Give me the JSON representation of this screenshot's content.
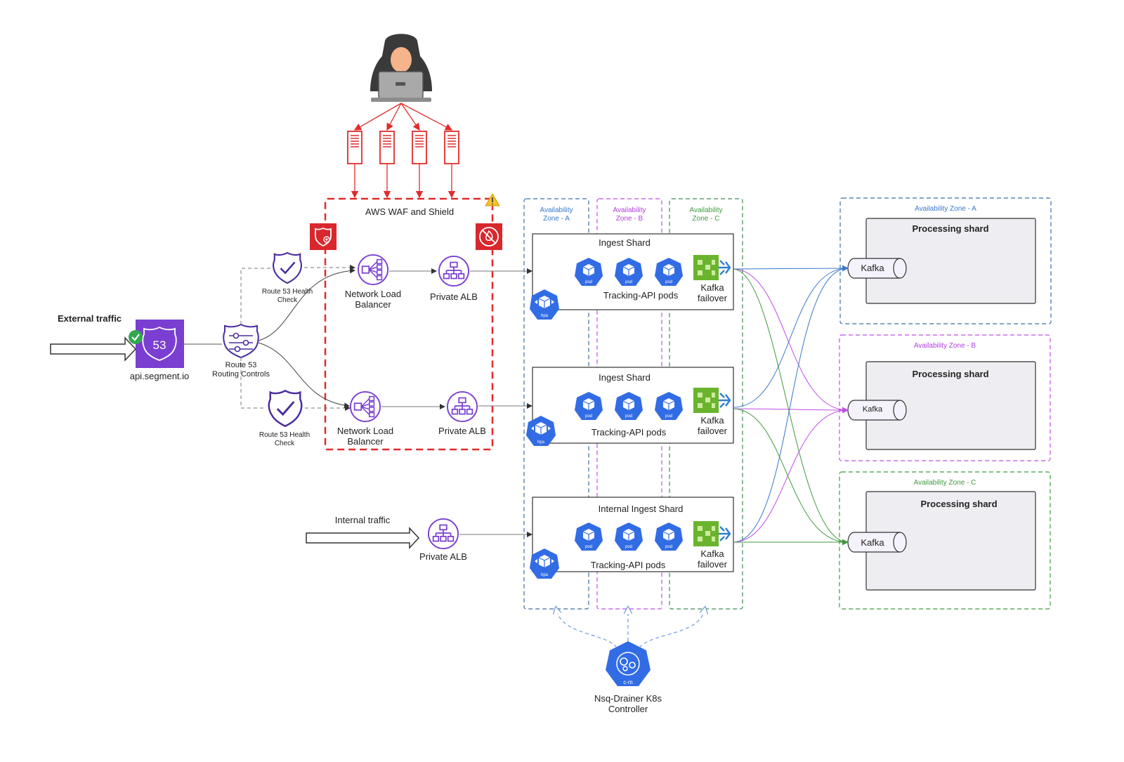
{
  "colors": {
    "attack_red": "#e12b2b",
    "route53_purple": "#7a3fd1",
    "k8s_blue": "#326ce5",
    "kafka_green": "#6ab42d",
    "az_a": "#3a78c9",
    "az_b": "#b13ee0",
    "az_c": "#3f9a3f",
    "shard_fill": "#eeeef2"
  },
  "icons": [
    "hacker-icon",
    "server-icon",
    "shield-icon",
    "firewall-icon",
    "warning-icon",
    "route53-icon",
    "health-check-icon",
    "routing-controls-icon",
    "nlb-icon",
    "alb-icon",
    "pod-icon",
    "hpa-icon",
    "kafka-failover-icon",
    "controller-icon",
    "check-icon"
  ],
  "edge": {
    "external_traffic": "External traffic",
    "api_domain": "api.segment.io",
    "routing_controls": "Route 53\nRouting Controls",
    "health_check_top": "Route 53 Health\nCheck",
    "health_check_bottom": "Route 53 Health\nCheck",
    "internal_traffic": "Internal traffic"
  },
  "waf": {
    "title": "AWS WAF and Shield",
    "nlb_top": "Network Load\nBalancer",
    "alb_top": "Private ALB",
    "nlb_bottom": "Network Load\nBalancer",
    "alb_bottom": "Private ALB"
  },
  "internal_alb": "Private ALB",
  "zones": {
    "a": "Availability\nZone - A",
    "b": "Availability\nZone - B",
    "c": "Availability\nZone - C"
  },
  "shards": [
    {
      "title": "Ingest Shard",
      "pods_label": "Tracking-API pods",
      "kafka_label": "Kafka\nfailover",
      "hpa": "hpa",
      "pod": "pod"
    },
    {
      "title": "Ingest Shard",
      "pods_label": "Tracking-API pods",
      "kafka_label": "Kafka\nfailover",
      "hpa": "hpa",
      "pod": "pod"
    },
    {
      "title": "Internal Ingest Shard",
      "pods_label": "Tracking-API pods",
      "kafka_label": "Kafka\nfailover",
      "hpa": "hpa",
      "pod": "pod"
    }
  ],
  "processing": [
    {
      "zone": "Availability Zone - A",
      "title": "Processing shard",
      "kafka": "Kafka"
    },
    {
      "zone": "Availability Zone - B",
      "title": "Processing shard",
      "kafka": "Kafka"
    },
    {
      "zone": "Availability Zone - C",
      "title": "Processing shard",
      "kafka": "Kafka"
    }
  ],
  "controller": {
    "badge": "c-m",
    "label": "Nsq-Drainer K8s\nController"
  }
}
